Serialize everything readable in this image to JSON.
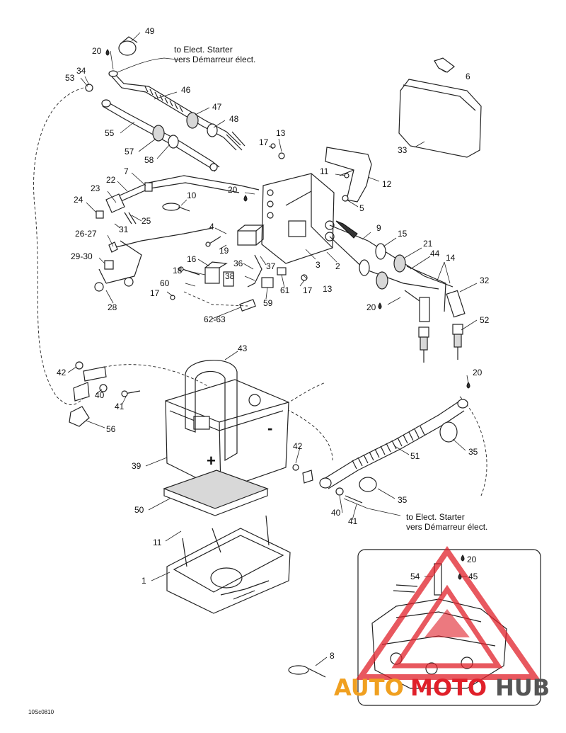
{
  "callouts": {
    "c1": "1",
    "c2": "2",
    "c3": "3",
    "c4": "4",
    "c5": "5",
    "c6": "6",
    "c7": "7",
    "c8": "8",
    "c9": "9",
    "c10": "10",
    "c11a": "11",
    "c11b": "11",
    "c12": "12",
    "c13a": "13",
    "c13b": "13",
    "c14": "14",
    "c15": "15",
    "c16": "16",
    "c17a": "17",
    "c17b": "17",
    "c17c": "17",
    "c18": "18",
    "c19": "19",
    "c20a": "20",
    "c20b": "20",
    "c20c": "20",
    "c20d": "20",
    "c20e": "20",
    "c21": "21",
    "c22": "22",
    "c23": "23",
    "c24": "24",
    "c25": "25",
    "c26": "26-27",
    "c28": "28",
    "c29": "29-30",
    "c31": "31",
    "c32": "32",
    "c33": "33",
    "c34": "34",
    "c35a": "35",
    "c35b": "35",
    "c36": "36",
    "c37": "37",
    "c38": "38",
    "c39": "39",
    "c40a": "40",
    "c40b": "40",
    "c41a": "41",
    "c41b": "41",
    "c42a": "42",
    "c42b": "42",
    "c43": "43",
    "c44": "44",
    "c45": "45",
    "c46": "46",
    "c47": "47",
    "c48": "48",
    "c49": "49",
    "c50": "50",
    "c51": "51",
    "c52": "52",
    "c53": "53",
    "c54": "54",
    "c55": "55",
    "c56": "56",
    "c57": "57",
    "c58": "58",
    "c59": "59",
    "c60": "60",
    "c61": "61",
    "c62": "62-63"
  },
  "notes": {
    "starter_top_en": "to Elect. Starter",
    "starter_top_fr": "vers Démarreur élect.",
    "starter_bottom_en": "to Elect. Starter",
    "starter_bottom_fr": "vers Démarreur élect."
  },
  "battery": {
    "plus": "+",
    "minus": "-"
  },
  "figure_code": "10Sc0810",
  "watermark": {
    "part1": "AUTO",
    "part2": "MOTO",
    "part3": "HUB"
  },
  "colors": {
    "line": "#222222",
    "watermark_red": "#e0202a",
    "watermark_orange": "#f0a020",
    "watermark_gray": "#555555"
  }
}
